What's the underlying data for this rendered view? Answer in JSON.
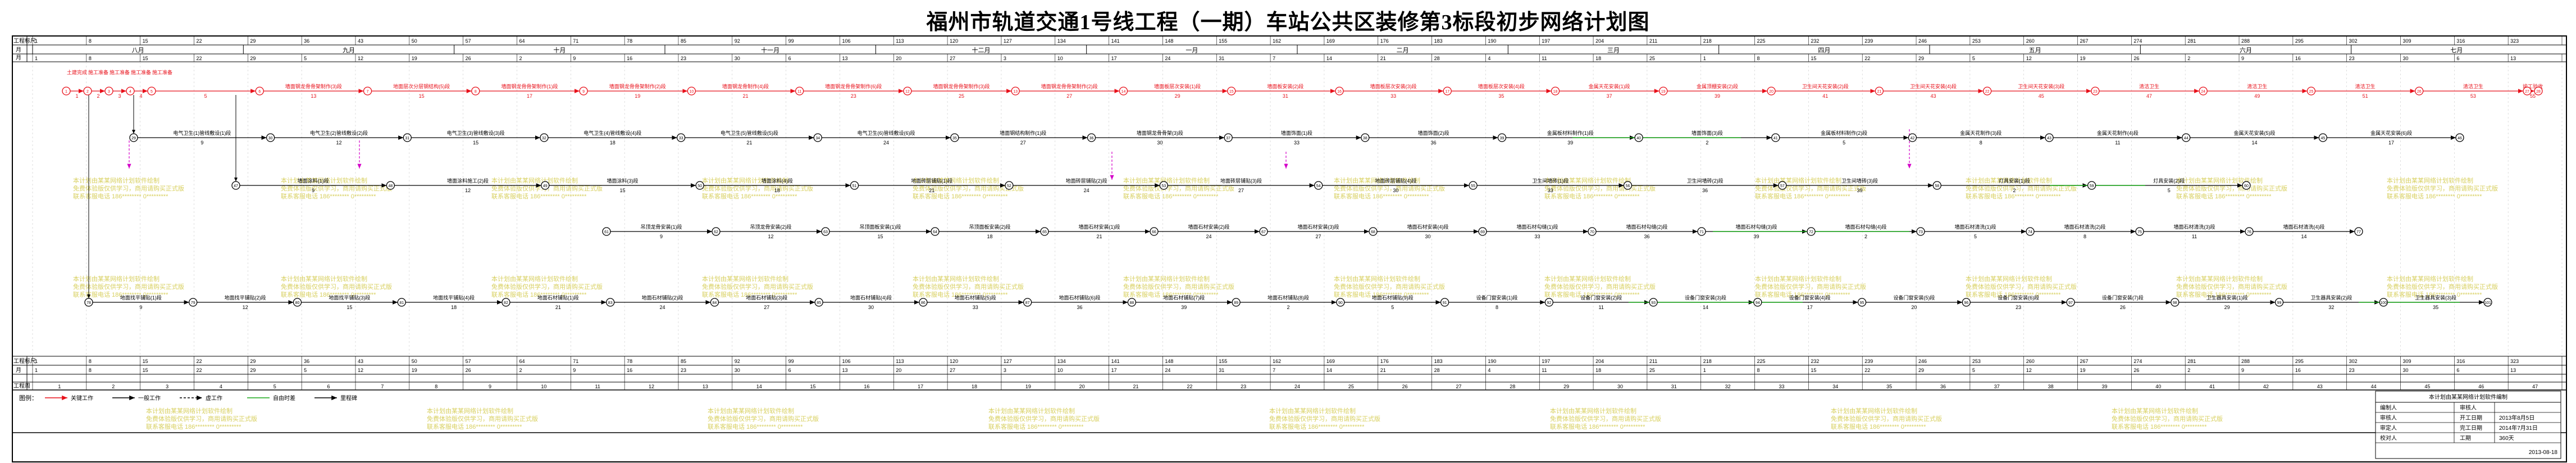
{
  "title": "福州市轨道交通1号线工程（一期）车站公共区装修第3标段初步网络计划图",
  "scale": {
    "row_label_top": "工程标尺",
    "row_label_month": "月",
    "row_label_bottom": "工程标尺",
    "row_label_week": "工程周",
    "months": [
      "八月",
      "九月",
      "十月",
      "十一月",
      "十二月",
      "一月",
      "二月",
      "三月",
      "四月",
      "五月",
      "六月",
      "七月"
    ],
    "tick_count": 47
  },
  "activities": {
    "critical": [
      "土建完成",
      "施工准备",
      "施工准备",
      "施工准备",
      "施工准备",
      "墙面钢龙骨骨架制作(3)段",
      "地面层次分层钢结构(5)段",
      "墙面钢龙骨骨架制作(1)段",
      "墙面钢龙骨骨架制作(2)段",
      "墙面钢龙骨制作(4)段",
      "墙面钢龙骨骨架制作(6)段",
      "墙面钢龙骨骨架制作(3)段",
      "墙面钢龙骨骨架制作(2)段",
      "墙面板层次安装(1)段",
      "墙面板安装(2)段",
      "墙面板层次安装(3)段",
      "墙面板层次安装(4)段",
      "金属天花安装(1)段",
      "金属顶棚安装(2)段",
      "卫生间天花安装(2)段",
      "卫生间天花安装(4)段",
      "卫生间天花安装(3)段",
      "清洁卫生",
      "清洁卫生",
      "清洁卫生",
      "清洁卫生",
      "竣工验收"
    ],
    "row2": [
      "电气卫生(1)管线敷设(1)段",
      "电气卫生(2)管线敷设(2)段",
      "电气卫生(3)管线敷设(3)段",
      "电气卫生(4)管线敷设(4)段",
      "电气卫生(5)管线敷设(5)段",
      "电气卫生(6)管线敷设(6)段",
      "墙面钢结构制作(1)段",
      "墙面钢龙骨骨架(3)段",
      "墙面饰面(1)段",
      "墙面饰面(2)段",
      "金属板材料制作(1)段",
      "墙面饰面(3)段",
      "金属板材料制作(2)段",
      "金属天花制作(3)段",
      "金属天花制作(4)段",
      "金属天花安装(5)段",
      "金属天花安装(6)段"
    ],
    "row3": [
      "墙面涂料(1)段",
      "墙面涂料施工(2)段",
      "墙面涂料(3)段",
      "墙面涂料(4)段",
      "地面砖层铺贴(1)段",
      "地面砖层铺贴(2)段",
      "地面砖层铺贴(3)段",
      "地面砖层铺贴(4)段",
      "卫生间墙砖(1)段",
      "卫生间墙砖(2)段",
      "卫生间墙砖(3)段",
      "灯具安装(1)段",
      "灯具安装(2)段"
    ],
    "row4": [
      "吊顶龙骨安装(1)段",
      "吊顶龙骨安装(2)段",
      "吊顶面板安装(1)段",
      "吊顶面板安装(2)段",
      "墙面石材安装(1)段",
      "墙面石材安装(2)段",
      "墙面石材安装(3)段",
      "墙面石材安装(4)段",
      "墙面石材勾缝(1)段",
      "墙面石材勾缝(2)段",
      "墙面石材勾缝(3)段",
      "墙面石材勾缝(4)段",
      "墙面石材清洗(1)段",
      "墙面石材清洗(2)段",
      "墙面石材清洗(3)段",
      "墙面石材清洗(4)段"
    ],
    "row5": [
      "地面找平铺贴(1)段",
      "地面找平铺贴(2)段",
      "地面找平铺贴(3)段",
      "地面找平铺贴(4)段",
      "地面石材铺贴(1)段",
      "地面石材铺贴(2)段",
      "地面石材铺贴(3)段",
      "地面石材铺贴(4)段",
      "地面石材铺贴(5)段",
      "地面石材铺贴(6)段",
      "地面石材铺贴(7)段",
      "地面石材铺贴(8)段",
      "地面石材铺贴(9)段",
      "设备门窗安装(1)段",
      "设备门窗安装(2)段",
      "设备门窗安装(3)段",
      "设备门窗安装(4)段",
      "设备门窗安装(5)段",
      "设备门窗安装(6)段",
      "设备门窗安装(7)段",
      "卫生器具安装(1)段",
      "卫生器具安装(2)段",
      "卫生器具安装(3)段"
    ]
  },
  "watermark": {
    "line1": "本计划由某某网络计划软件绘制",
    "line2": "免费体验版仅供学习，商用请购买正式版",
    "line3": "联系客服电话 186******** 0*********"
  },
  "legend": {
    "label": "图例：",
    "items": [
      "关键工作",
      "一般工作",
      "虚工作",
      "自由时差",
      "里程碑"
    ]
  },
  "title_block": {
    "header": "本计划由某某网络计划软件编制",
    "rows": [
      {
        "k": "编制人",
        "v": "",
        "k2": "审核人",
        "v2": ""
      },
      {
        "k": "审核人",
        "v": "",
        "k2": "开工日期",
        "v2": "2013年8月5日"
      },
      {
        "k": "审定人",
        "v": "",
        "k2": "完工日期",
        "v2": "2014年7月31日"
      },
      {
        "k": "校对人",
        "v": "",
        "k2": "工期",
        "v2": "360天"
      }
    ],
    "date": "2013-08-18"
  },
  "colors": {
    "critical": "#e8101a",
    "normal": "#000000",
    "free_float": "#18a818",
    "dummy": "#d400c8",
    "watermark": "#d8d060"
  }
}
